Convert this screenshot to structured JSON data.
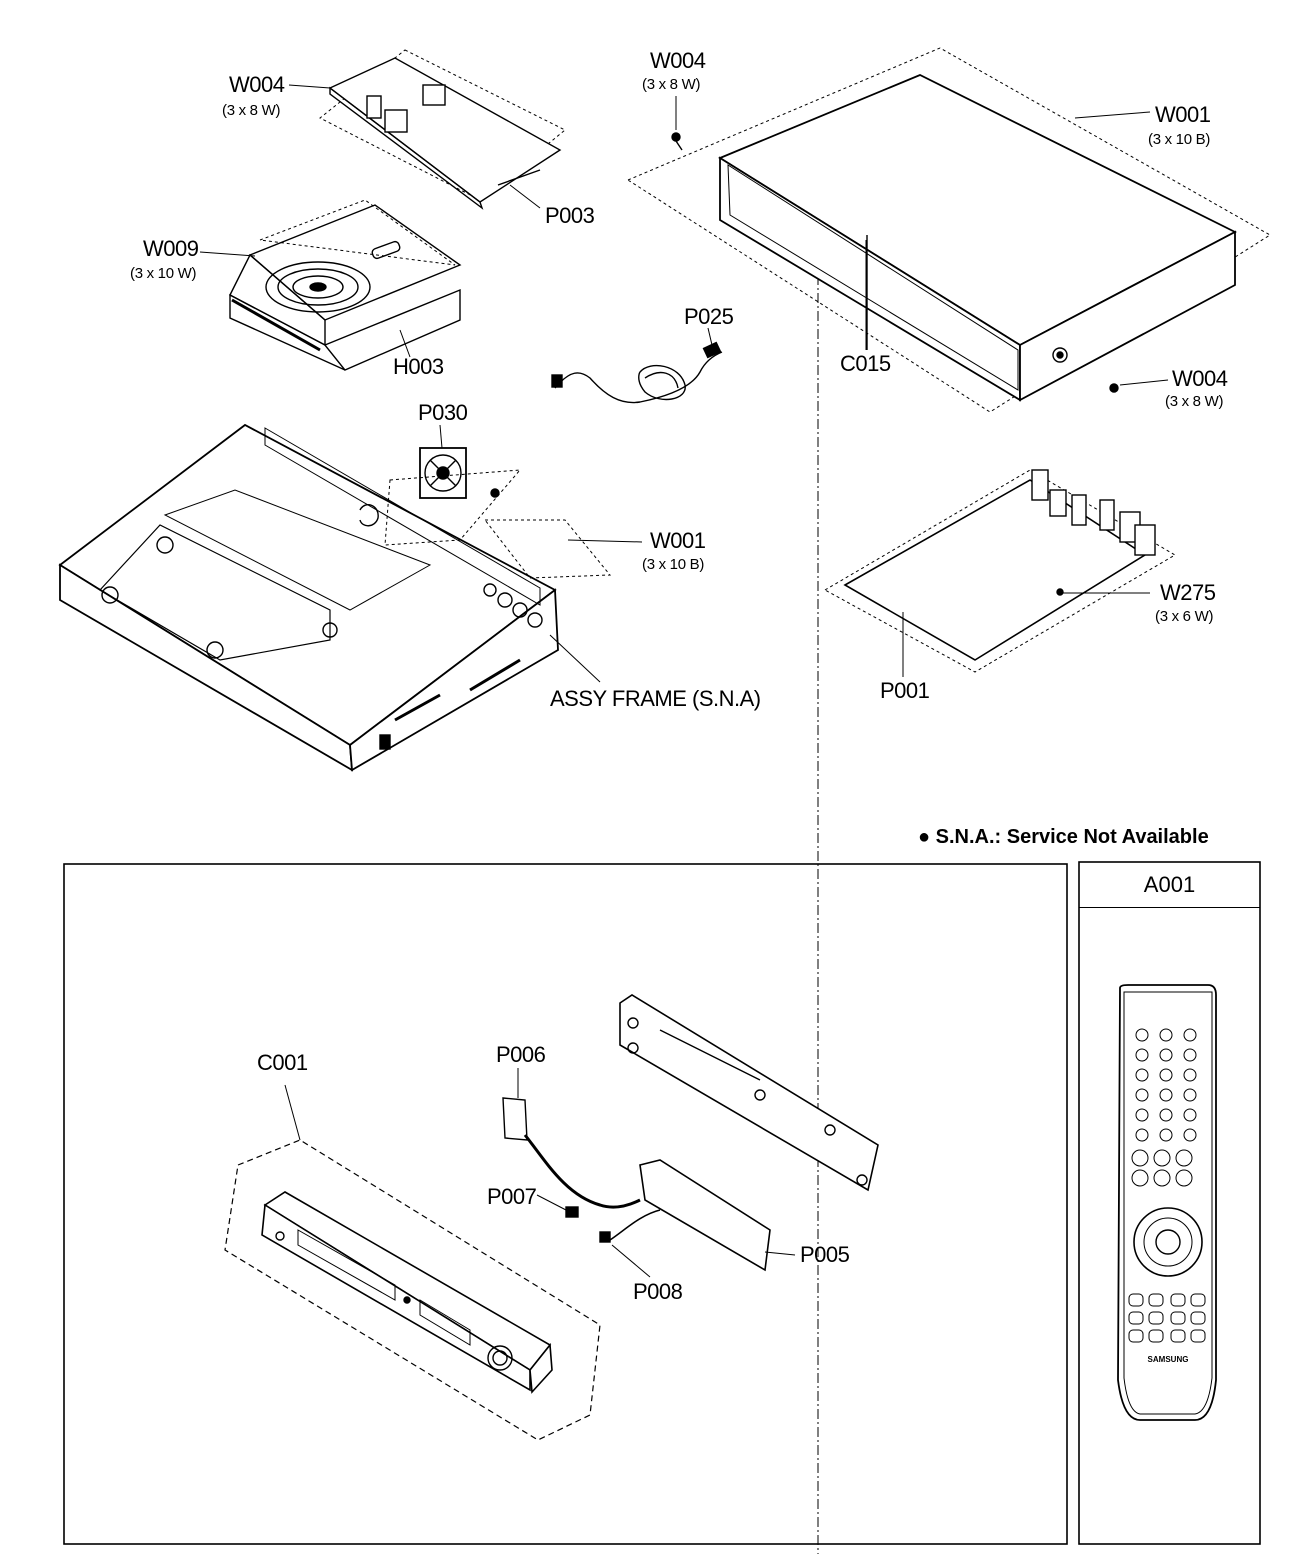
{
  "note": "● S.N.A.: Service Not Available",
  "labels": {
    "w004_tl": "W004",
    "w004_tl_spec": "(3 x 8 W)",
    "p003": "P003",
    "w009": "W009",
    "w009_spec": "(3 x 10 W)",
    "h003": "H003",
    "w004_tm": "W004",
    "w004_tm_spec": "(3 x 8 W)",
    "w001_tr": "W001",
    "w001_tr_spec": "(3 x 10 B)",
    "c015": "C015",
    "w004_r": "W004",
    "w004_r_spec": "(3 x 8 W)",
    "p025": "P025",
    "p030": "P030",
    "w001_m": "W001",
    "w001_m_spec": "(3 x 10 B)",
    "assy_frame": "ASSY FRAME (S.N.A)",
    "w275": "W275",
    "w275_spec": "(3 x 6 W)",
    "p001": "P001",
    "c001": "C001",
    "p006": "P006",
    "p007": "P007",
    "p008": "P008",
    "p005": "P005",
    "a001": "A001",
    "remote_brand": "SAMSUNG"
  }
}
